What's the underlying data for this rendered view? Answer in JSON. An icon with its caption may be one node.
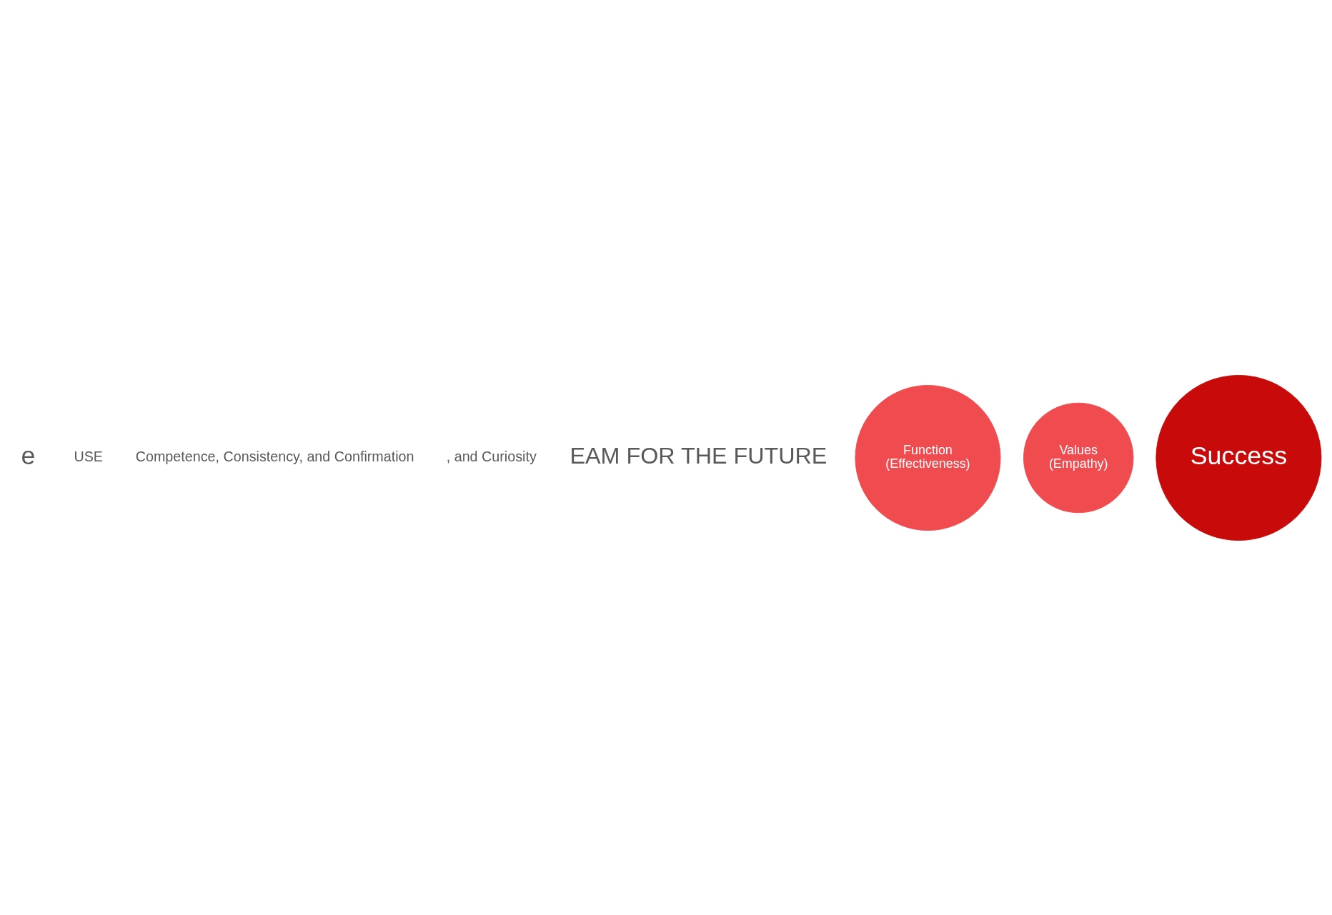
{
  "diagram": {
    "nodes": [
      {
        "text": [
          "Function",
          "(Effectiveness)"
        ]
      },
      {
        "text": [
          "Values",
          "(Empathy)"
        ]
      },
      {
        "text": [
          "Success"
        ]
      }
    ],
    "labels": [
      "e",
      "USE",
      "Competence, Consistency, and Confirmation",
      ", and Curiosity",
      "EAM FOR THE FUTURE"
    ]
  }
}
